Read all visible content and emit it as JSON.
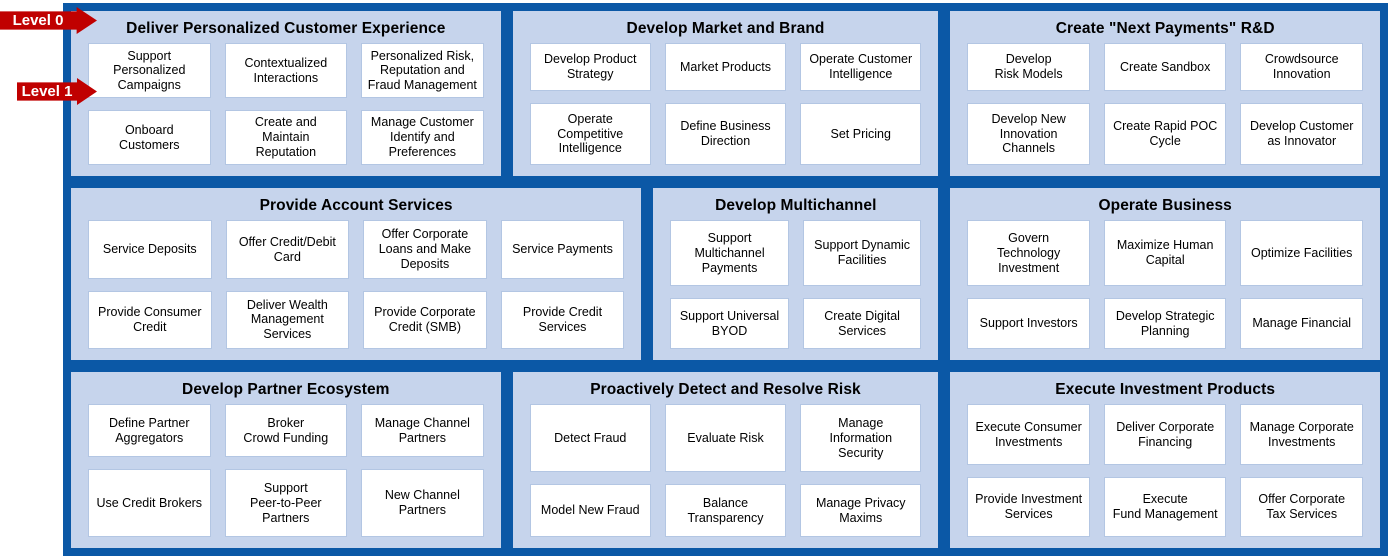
{
  "colors": {
    "border_blue": "#0B58A6",
    "panel_fill": "#C6D4EC",
    "card_border": "#B3C6E3",
    "card_fill": "#FFFFFF",
    "arrow_red": "#C00000",
    "text": "#000000",
    "arrow_text": "#FFFFFF"
  },
  "legend": {
    "level0_label": "Level 0",
    "level1_label": "Level 1"
  },
  "panels": [
    {
      "title": "Deliver Personalized Customer Experience",
      "columns": 3,
      "cards": [
        {
          "label": "Support\nPersonalized\nCampaigns"
        },
        {
          "label": "Contextualized\nInteractions"
        },
        {
          "label": "Personalized Risk,\nReputation and\nFraud Management"
        },
        {
          "label": "Onboard\nCustomers"
        },
        {
          "label": "Create and\nMaintain\nReputation"
        },
        {
          "label": "Manage Customer\nIdentify and\nPreferences"
        }
      ]
    },
    {
      "title": "Develop Market and Brand",
      "columns": 3,
      "cards": [
        {
          "label": "Develop Product\nStrategy"
        },
        {
          "label": "Market Products"
        },
        {
          "label": "Operate Customer\nIntelligence"
        },
        {
          "label": "Operate\nCompetitive\nIntelligence"
        },
        {
          "label": "Define Business\nDirection"
        },
        {
          "label": "Set Pricing"
        }
      ]
    },
    {
      "title": "Create \"Next Payments\" R&D",
      "columns": 3,
      "cards": [
        {
          "label": "Develop\nRisk Models"
        },
        {
          "label": "Create Sandbox"
        },
        {
          "label": "Crowdsource\nInnovation"
        },
        {
          "label": "Develop New\nInnovation\nChannels"
        },
        {
          "label": "Create Rapid POC\nCycle"
        },
        {
          "label": "Develop Customer\nas Innovator"
        }
      ]
    },
    {
      "title": "Provide Account Services",
      "columns": 4,
      "cards": [
        {
          "label": "Service Deposits"
        },
        {
          "label": "Offer Credit/Debit\nCard"
        },
        {
          "label": "Offer Corporate\nLoans and Make\nDeposits"
        },
        {
          "label": "Service Payments"
        },
        {
          "label": "Provide Consumer\nCredit"
        },
        {
          "label": "Deliver Wealth\nManagement\nServices"
        },
        {
          "label": "Provide Corporate\nCredit (SMB)"
        },
        {
          "label": "Provide Credit\nServices"
        }
      ]
    },
    {
      "title": "Develop Multichannel",
      "columns": 2,
      "cards": [
        {
          "label": "Support\nMultichannel\nPayments"
        },
        {
          "label": "Support Dynamic\nFacilities"
        },
        {
          "label": "Support Universal\nBYOD"
        },
        {
          "label": "Create Digital\nServices"
        }
      ]
    },
    {
      "title": "Operate Business",
      "columns": 3,
      "cards": [
        {
          "label": "Govern\nTechnology\nInvestment"
        },
        {
          "label": "Maximize Human\nCapital"
        },
        {
          "label": "Optimize Facilities"
        },
        {
          "label": "Support Investors"
        },
        {
          "label": "Develop Strategic\nPlanning"
        },
        {
          "label": "Manage Financial"
        }
      ]
    },
    {
      "title": "Develop Partner Ecosystem",
      "columns": 3,
      "cards": [
        {
          "label": "Define Partner\nAggregators"
        },
        {
          "label": "Broker\nCrowd Funding"
        },
        {
          "label": "Manage Channel\nPartners"
        },
        {
          "label": "Use Credit Brokers"
        },
        {
          "label": "Support\nPeer-to-Peer\nPartners"
        },
        {
          "label": "New Channel\nPartners"
        }
      ]
    },
    {
      "title": "Proactively Detect and Resolve Risk",
      "columns": 3,
      "cards": [
        {
          "label": "Detect Fraud"
        },
        {
          "label": "Evaluate Risk"
        },
        {
          "label": "Manage\nInformation\nSecurity"
        },
        {
          "label": "Model New Fraud"
        },
        {
          "label": "Balance\nTransparency"
        },
        {
          "label": "Manage Privacy\nMaxims"
        }
      ]
    },
    {
      "title": "Execute Investment Products",
      "columns": 3,
      "cards": [
        {
          "label": "Execute Consumer\nInvestments"
        },
        {
          "label": "Deliver Corporate\nFinancing"
        },
        {
          "label": "Manage Corporate\nInvestments"
        },
        {
          "label": "Provide Investment\nServices"
        },
        {
          "label": "Execute\nFund Management"
        },
        {
          "label": "Offer Corporate\nTax Services"
        }
      ]
    }
  ]
}
